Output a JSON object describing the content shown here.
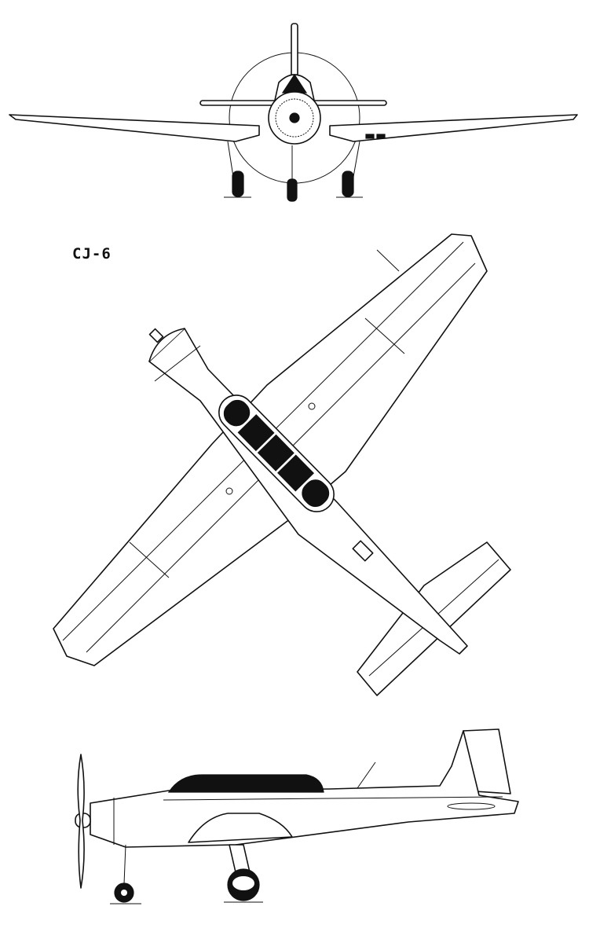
{
  "drawing": {
    "title": "CJ-6",
    "views": [
      "front",
      "top",
      "side"
    ],
    "line_color": "#111111",
    "background": "#ffffff"
  }
}
